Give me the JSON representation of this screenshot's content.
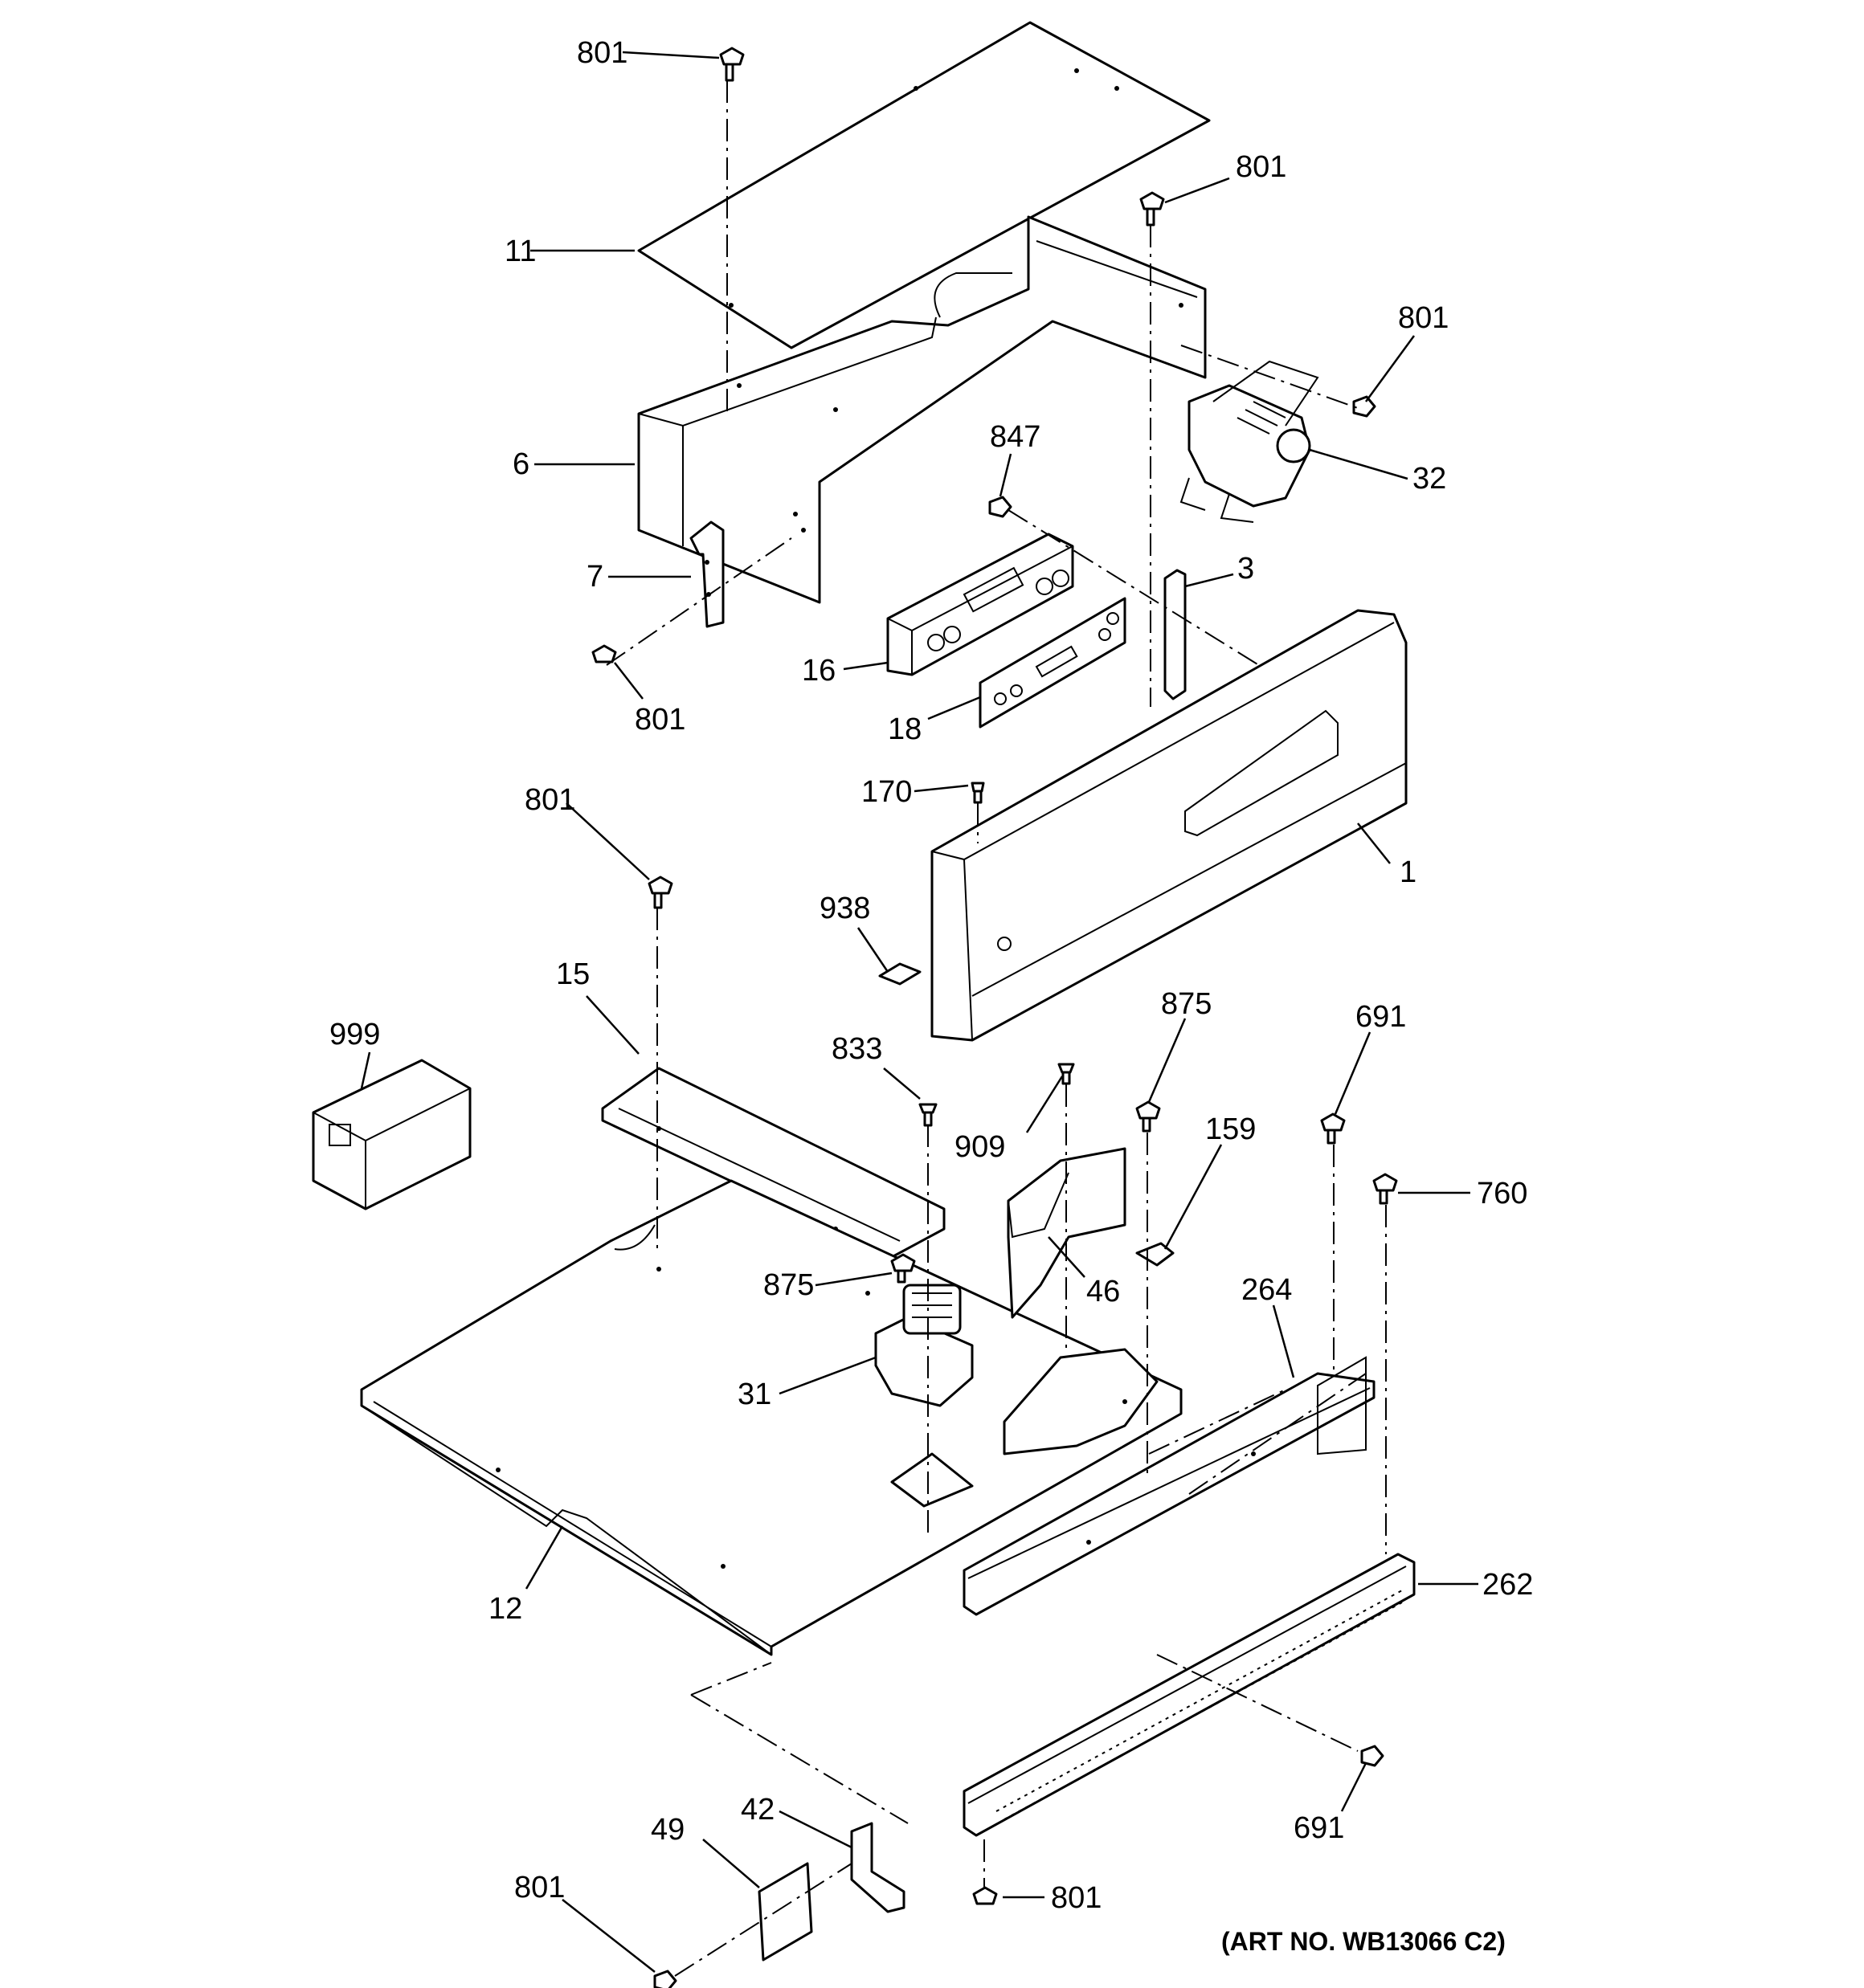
{
  "labels": {
    "l801a": "801",
    "l11": "11",
    "l801b": "801",
    "l801c": "801",
    "l6": "6",
    "l847": "847",
    "l32": "32",
    "l7": "7",
    "l3": "3",
    "l16": "16",
    "l801d": "801",
    "l18": "18",
    "l801e": "801",
    "l170": "170",
    "l1": "1",
    "l938": "938",
    "l15": "15",
    "l999": "999",
    "l875a": "875",
    "l833": "833",
    "l691a": "691",
    "l909": "909",
    "l159": "159",
    "l760": "760",
    "l46": "46",
    "l875b": "875",
    "l264": "264",
    "l31": "31",
    "l12": "12",
    "l262": "262",
    "l42": "42",
    "l49": "49",
    "l691b": "691",
    "l801f": "801",
    "l801g": "801"
  },
  "art_number": "(ART NO. WB13066 C2)"
}
